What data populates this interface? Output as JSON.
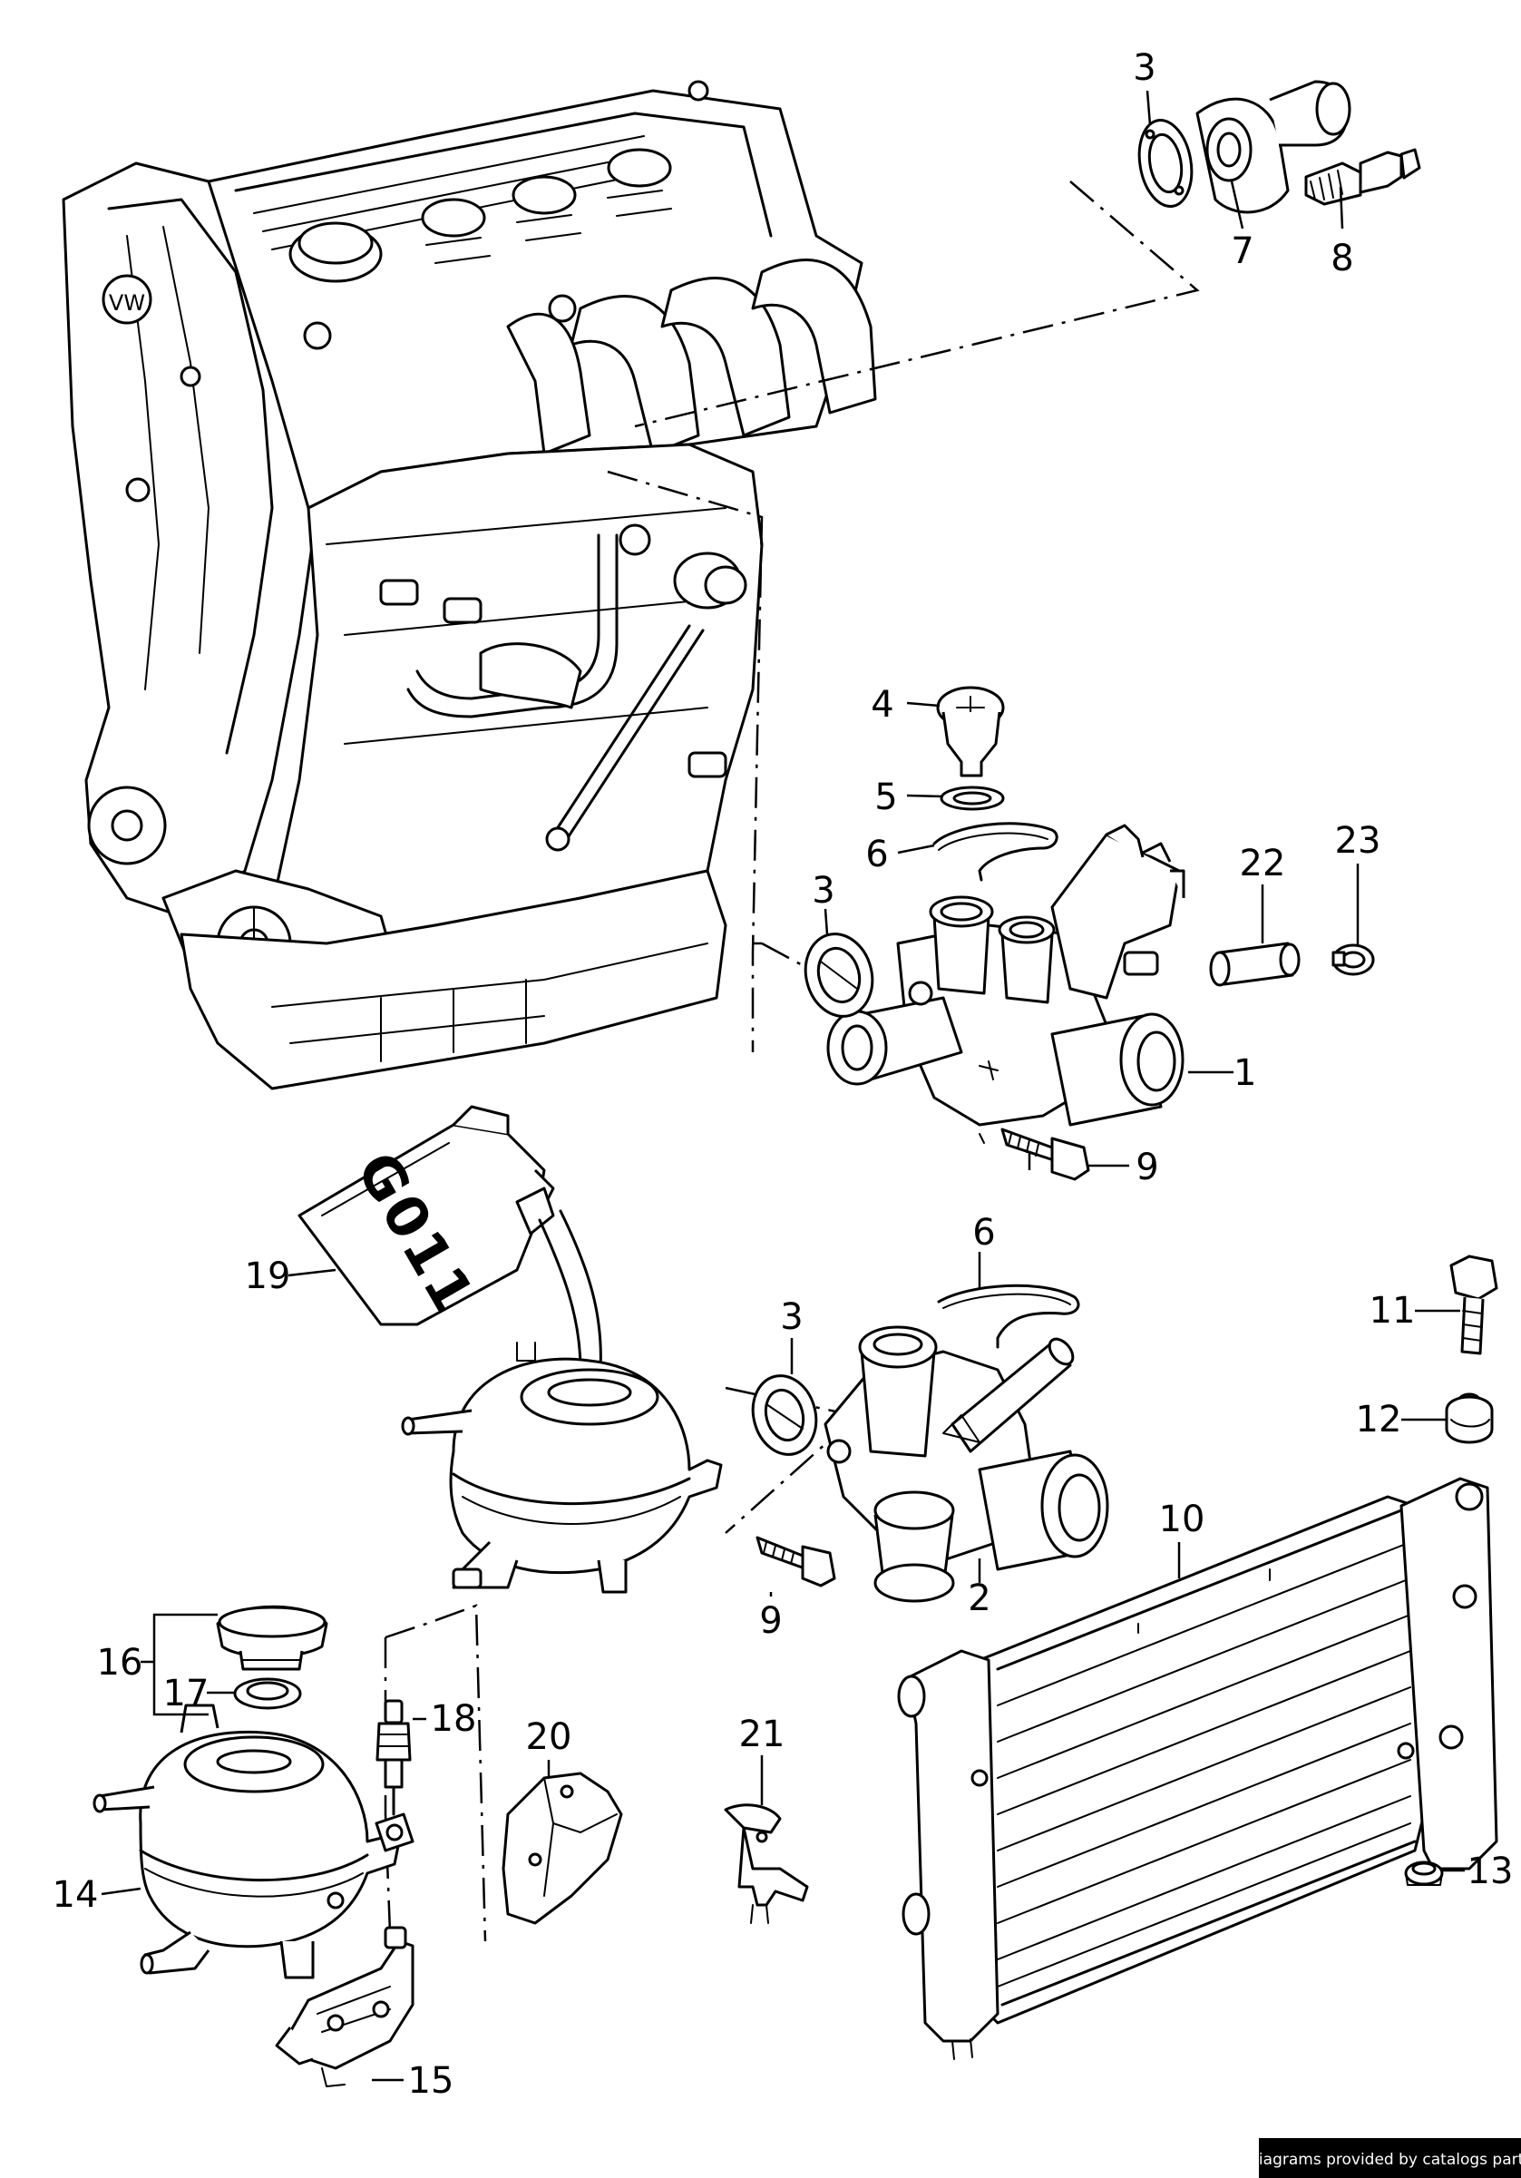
{
  "callouts": [
    {
      "id": "1",
      "text": "1"
    },
    {
      "id": "2",
      "text": "2"
    },
    {
      "id": "3a",
      "text": "3"
    },
    {
      "id": "3b",
      "text": "3"
    },
    {
      "id": "3c",
      "text": "3"
    },
    {
      "id": "4",
      "text": "4"
    },
    {
      "id": "5",
      "text": "5"
    },
    {
      "id": "6a",
      "text": "6"
    },
    {
      "id": "6b",
      "text": "6"
    },
    {
      "id": "7",
      "text": "7"
    },
    {
      "id": "8",
      "text": "8"
    },
    {
      "id": "9a",
      "text": "9"
    },
    {
      "id": "9b",
      "text": "9"
    },
    {
      "id": "10",
      "text": "10"
    },
    {
      "id": "11",
      "text": "11"
    },
    {
      "id": "12",
      "text": "12"
    },
    {
      "id": "13",
      "text": "13"
    },
    {
      "id": "14",
      "text": "14"
    },
    {
      "id": "15",
      "text": "15"
    },
    {
      "id": "16",
      "text": "16"
    },
    {
      "id": "17",
      "text": "17"
    },
    {
      "id": "18",
      "text": "18"
    },
    {
      "id": "19",
      "text": "19"
    },
    {
      "id": "20",
      "text": "20"
    },
    {
      "id": "21",
      "text": "21"
    },
    {
      "id": "22",
      "text": "22"
    },
    {
      "id": "23",
      "text": "23"
    }
  ],
  "canister_label": "G011",
  "engine_badge": "VW",
  "credit": "Diagrams provided by catalogs parts"
}
